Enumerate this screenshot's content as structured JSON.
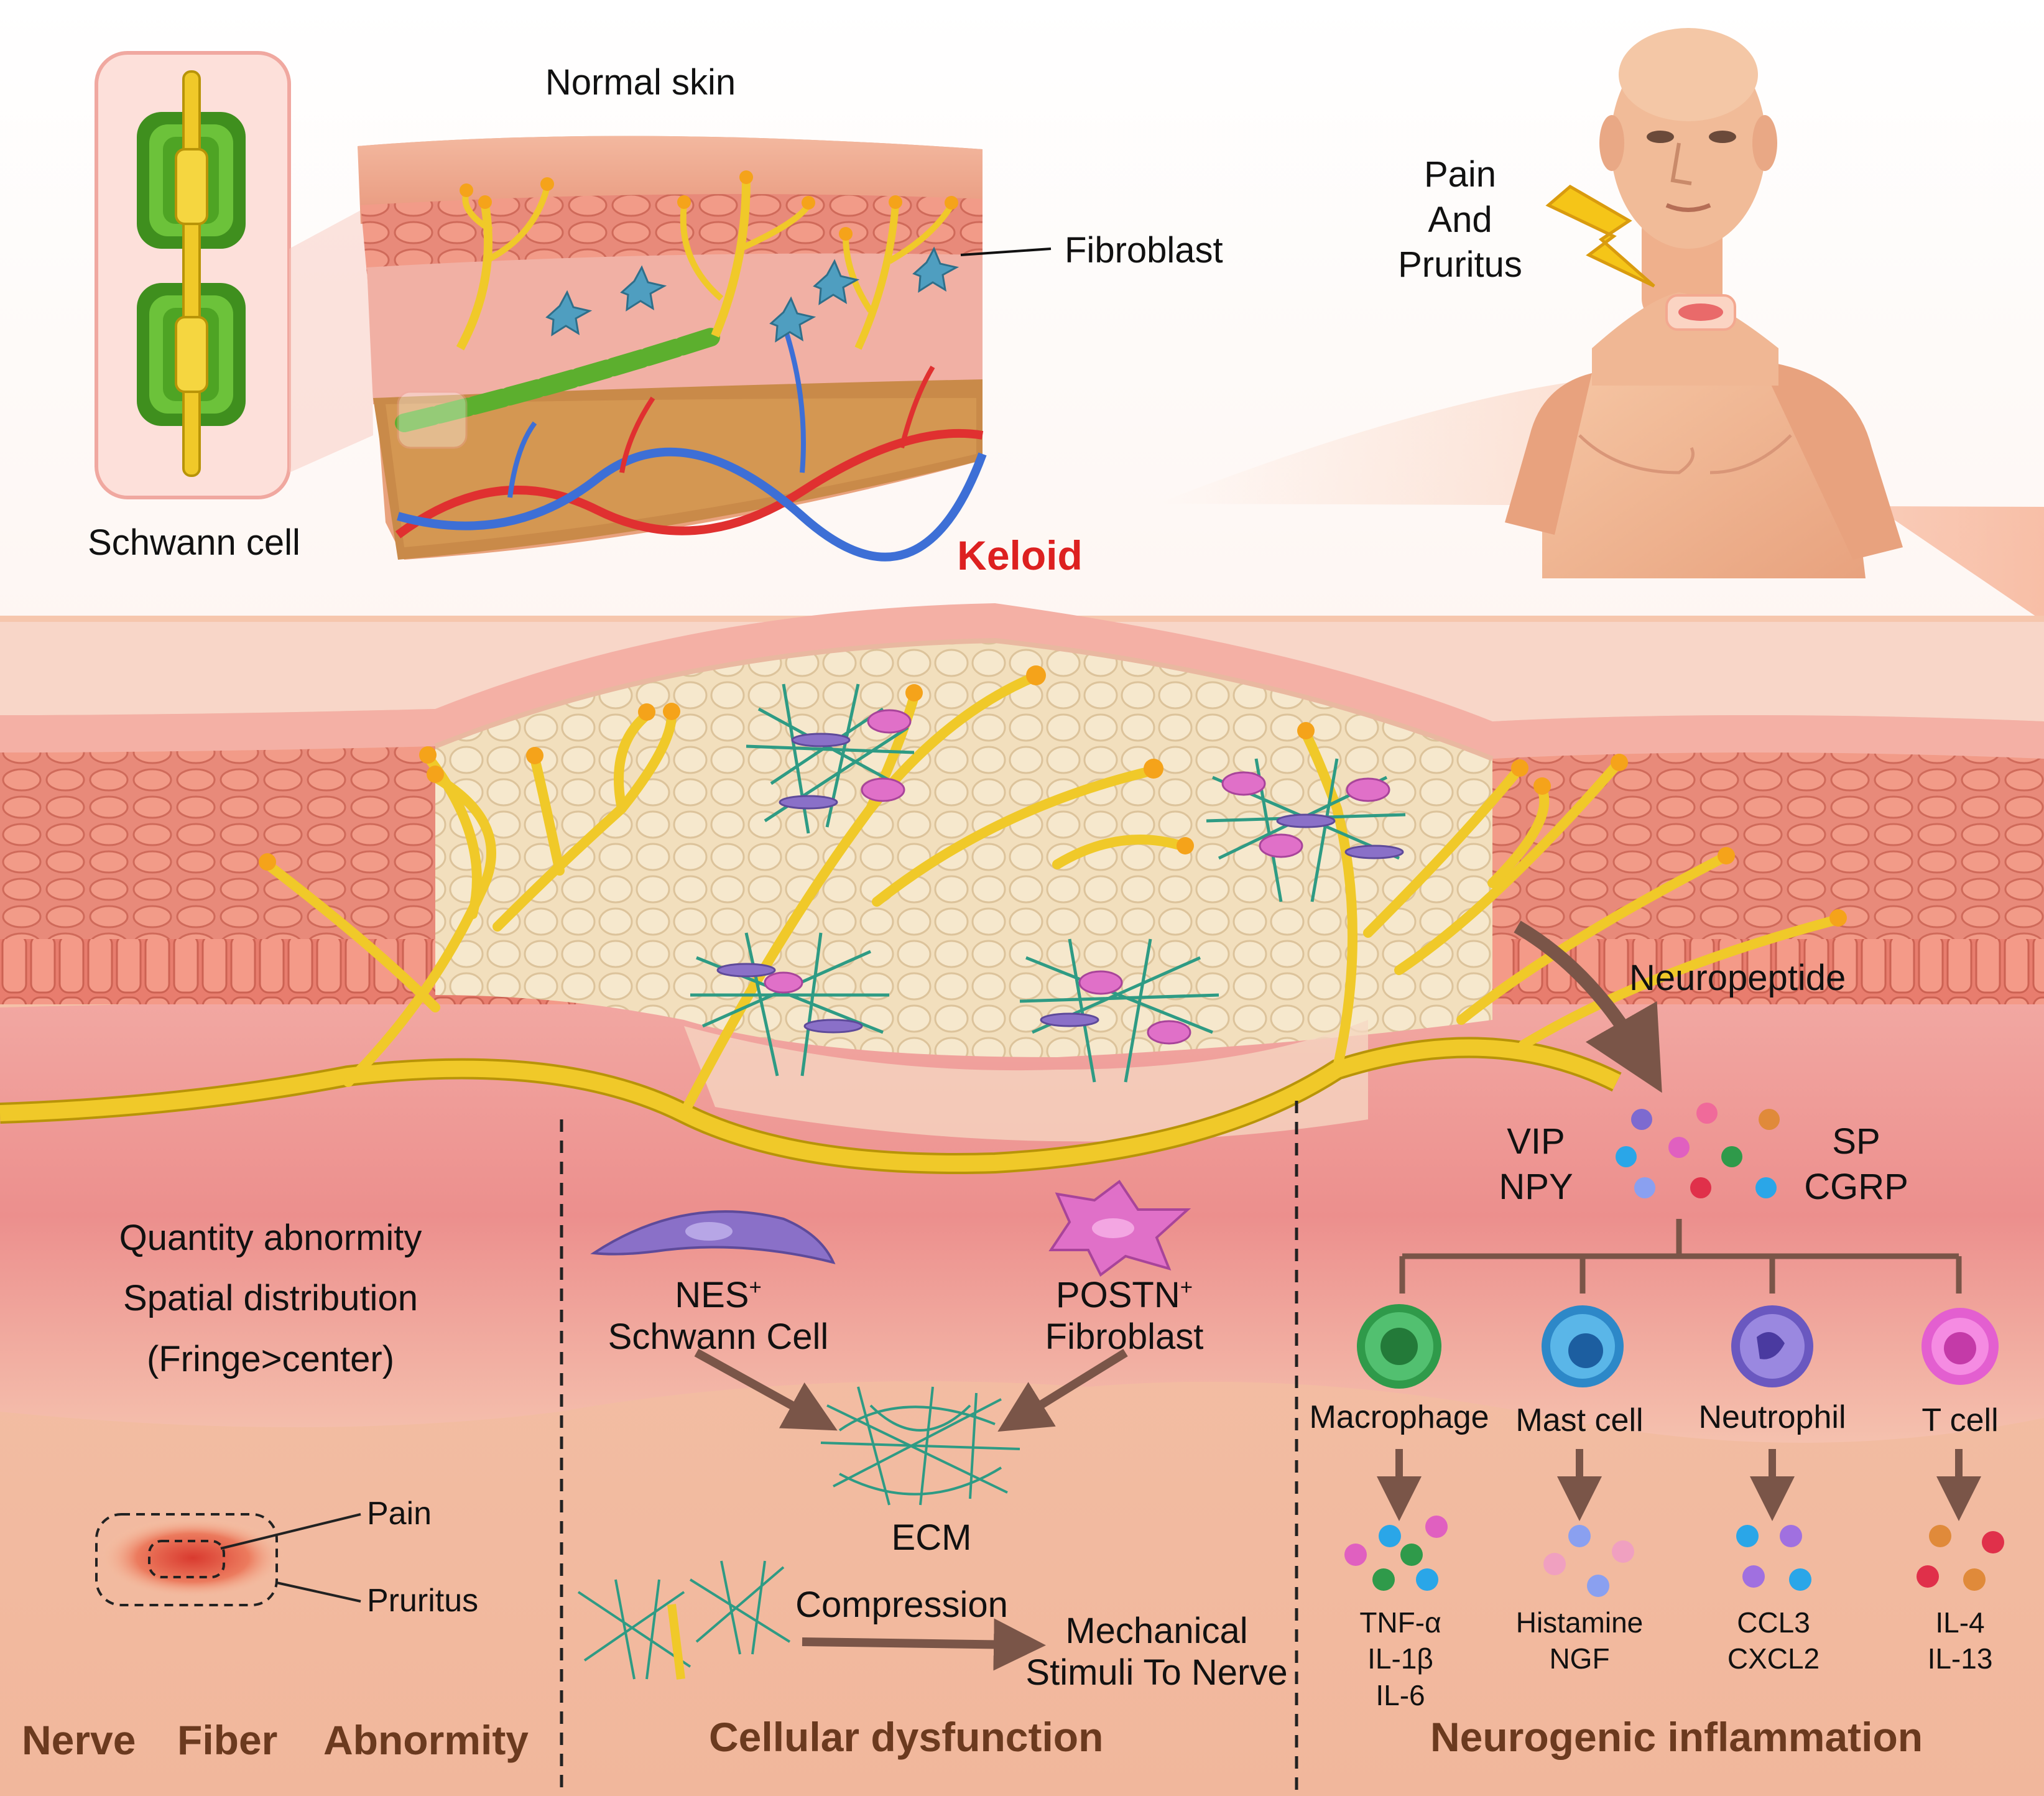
{
  "colors": {
    "nerve": "#f0c929",
    "nerve_dark": "#b89408",
    "schwann_green": "#5caf2e",
    "fibroblast_blue": "#4f9ec0",
    "fibroblast_pink": "#e070c8",
    "schwann_purple": "#8a70c8",
    "ecm_teal": "#2e9b84",
    "artery_red": "#e03030",
    "vein_blue": "#3d6fd6",
    "arrow_brown": "#7a5548",
    "section_title": "#6b3a1f",
    "keloid_title": "#dd2020"
  },
  "top": {
    "schwann_cell_label": "Schwann cell",
    "normal_skin_label": "Normal skin",
    "fibroblast_label": "Fibroblast",
    "pain_pruritus_label": [
      "Pain",
      "And",
      "Pruritus"
    ],
    "keloid_title": "Keloid"
  },
  "keloid": {
    "neuropeptide_label": "Neuropeptide"
  },
  "panels": {
    "nerve_fiber": {
      "title_words": [
        "Nerve",
        "Fiber",
        "Abnormity"
      ],
      "lines": [
        "Quantity abnormity",
        "Spatial distribution",
        "(Fringe>center)"
      ],
      "pain_label": "Pain",
      "pruritus_label": "Pruritus"
    },
    "cellular": {
      "title": "Cellular dysfunction",
      "nes_label_main": "NES",
      "nes_label_sup": "+",
      "nes_label_line2": "Schwann Cell",
      "postn_label_main": "POSTN",
      "postn_label_sup": "+",
      "postn_label_line2": "Fibroblast",
      "ecm_label": "ECM",
      "compression_label": "Compression",
      "mechanical_label": [
        "Mechanical",
        "Stimuli To Nerve"
      ]
    },
    "neurogenic": {
      "title": "Neurogenic inflammation",
      "left_peptides": [
        "VIP",
        "NPY"
      ],
      "right_peptides": [
        "SP",
        "CGRP"
      ],
      "cells": [
        {
          "name": "Macrophage",
          "color": "#2f9a4a",
          "mediators": [
            "TNF-α",
            "IL-1β",
            "IL-6"
          ]
        },
        {
          "name": "Mast cell",
          "color": "#3aa0d8",
          "mediators": [
            "Histamine",
            "NGF"
          ]
        },
        {
          "name": "Neutrophil",
          "color": "#7d6ad0",
          "mediators": [
            "CCL3",
            "CXCL2"
          ]
        },
        {
          "name": "T cell",
          "color": "#e35fd0",
          "mediators": [
            "IL-4",
            "IL-13"
          ]
        }
      ]
    }
  }
}
